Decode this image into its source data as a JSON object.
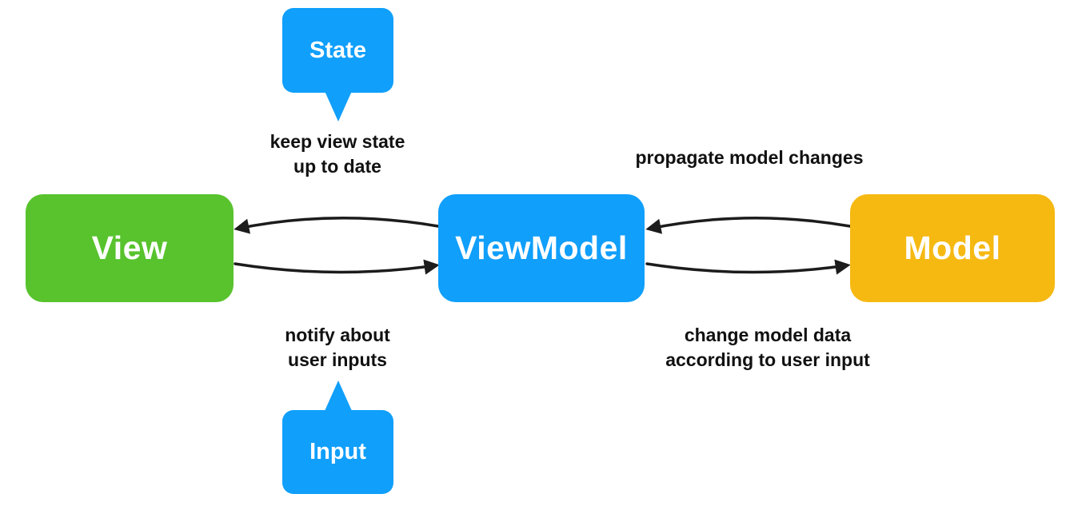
{
  "diagram": {
    "type": "architecture-flow",
    "pattern": "MVVM",
    "background_color": "#ffffff",
    "arrow_color": "#1c1c1c",
    "label_color": "#111111",
    "nodes": [
      {
        "id": "view",
        "label": "View",
        "color": "#58C32D",
        "text_color": "#ffffff"
      },
      {
        "id": "viewmodel",
        "label": "ViewModel",
        "color": "#109FFB",
        "text_color": "#ffffff"
      },
      {
        "id": "model",
        "label": "Model",
        "color": "#F6B912",
        "text_color": "#ffffff"
      }
    ],
    "callouts": [
      {
        "id": "state",
        "label": "State",
        "color": "#109FFB",
        "text_color": "#ffffff",
        "tail_direction": "down"
      },
      {
        "id": "input",
        "label": "Input",
        "color": "#109FFB",
        "text_color": "#ffffff",
        "tail_direction": "up"
      }
    ],
    "edges": [
      {
        "from": "ViewModel",
        "to": "View",
        "label": "keep view state\nup to date"
      },
      {
        "from": "View",
        "to": "ViewModel",
        "label": "notify about\nuser inputs"
      },
      {
        "from": "Model",
        "to": "ViewModel",
        "label": "propagate model changes"
      },
      {
        "from": "ViewModel",
        "to": "Model",
        "label": "change model data\naccording to user input"
      }
    ]
  }
}
